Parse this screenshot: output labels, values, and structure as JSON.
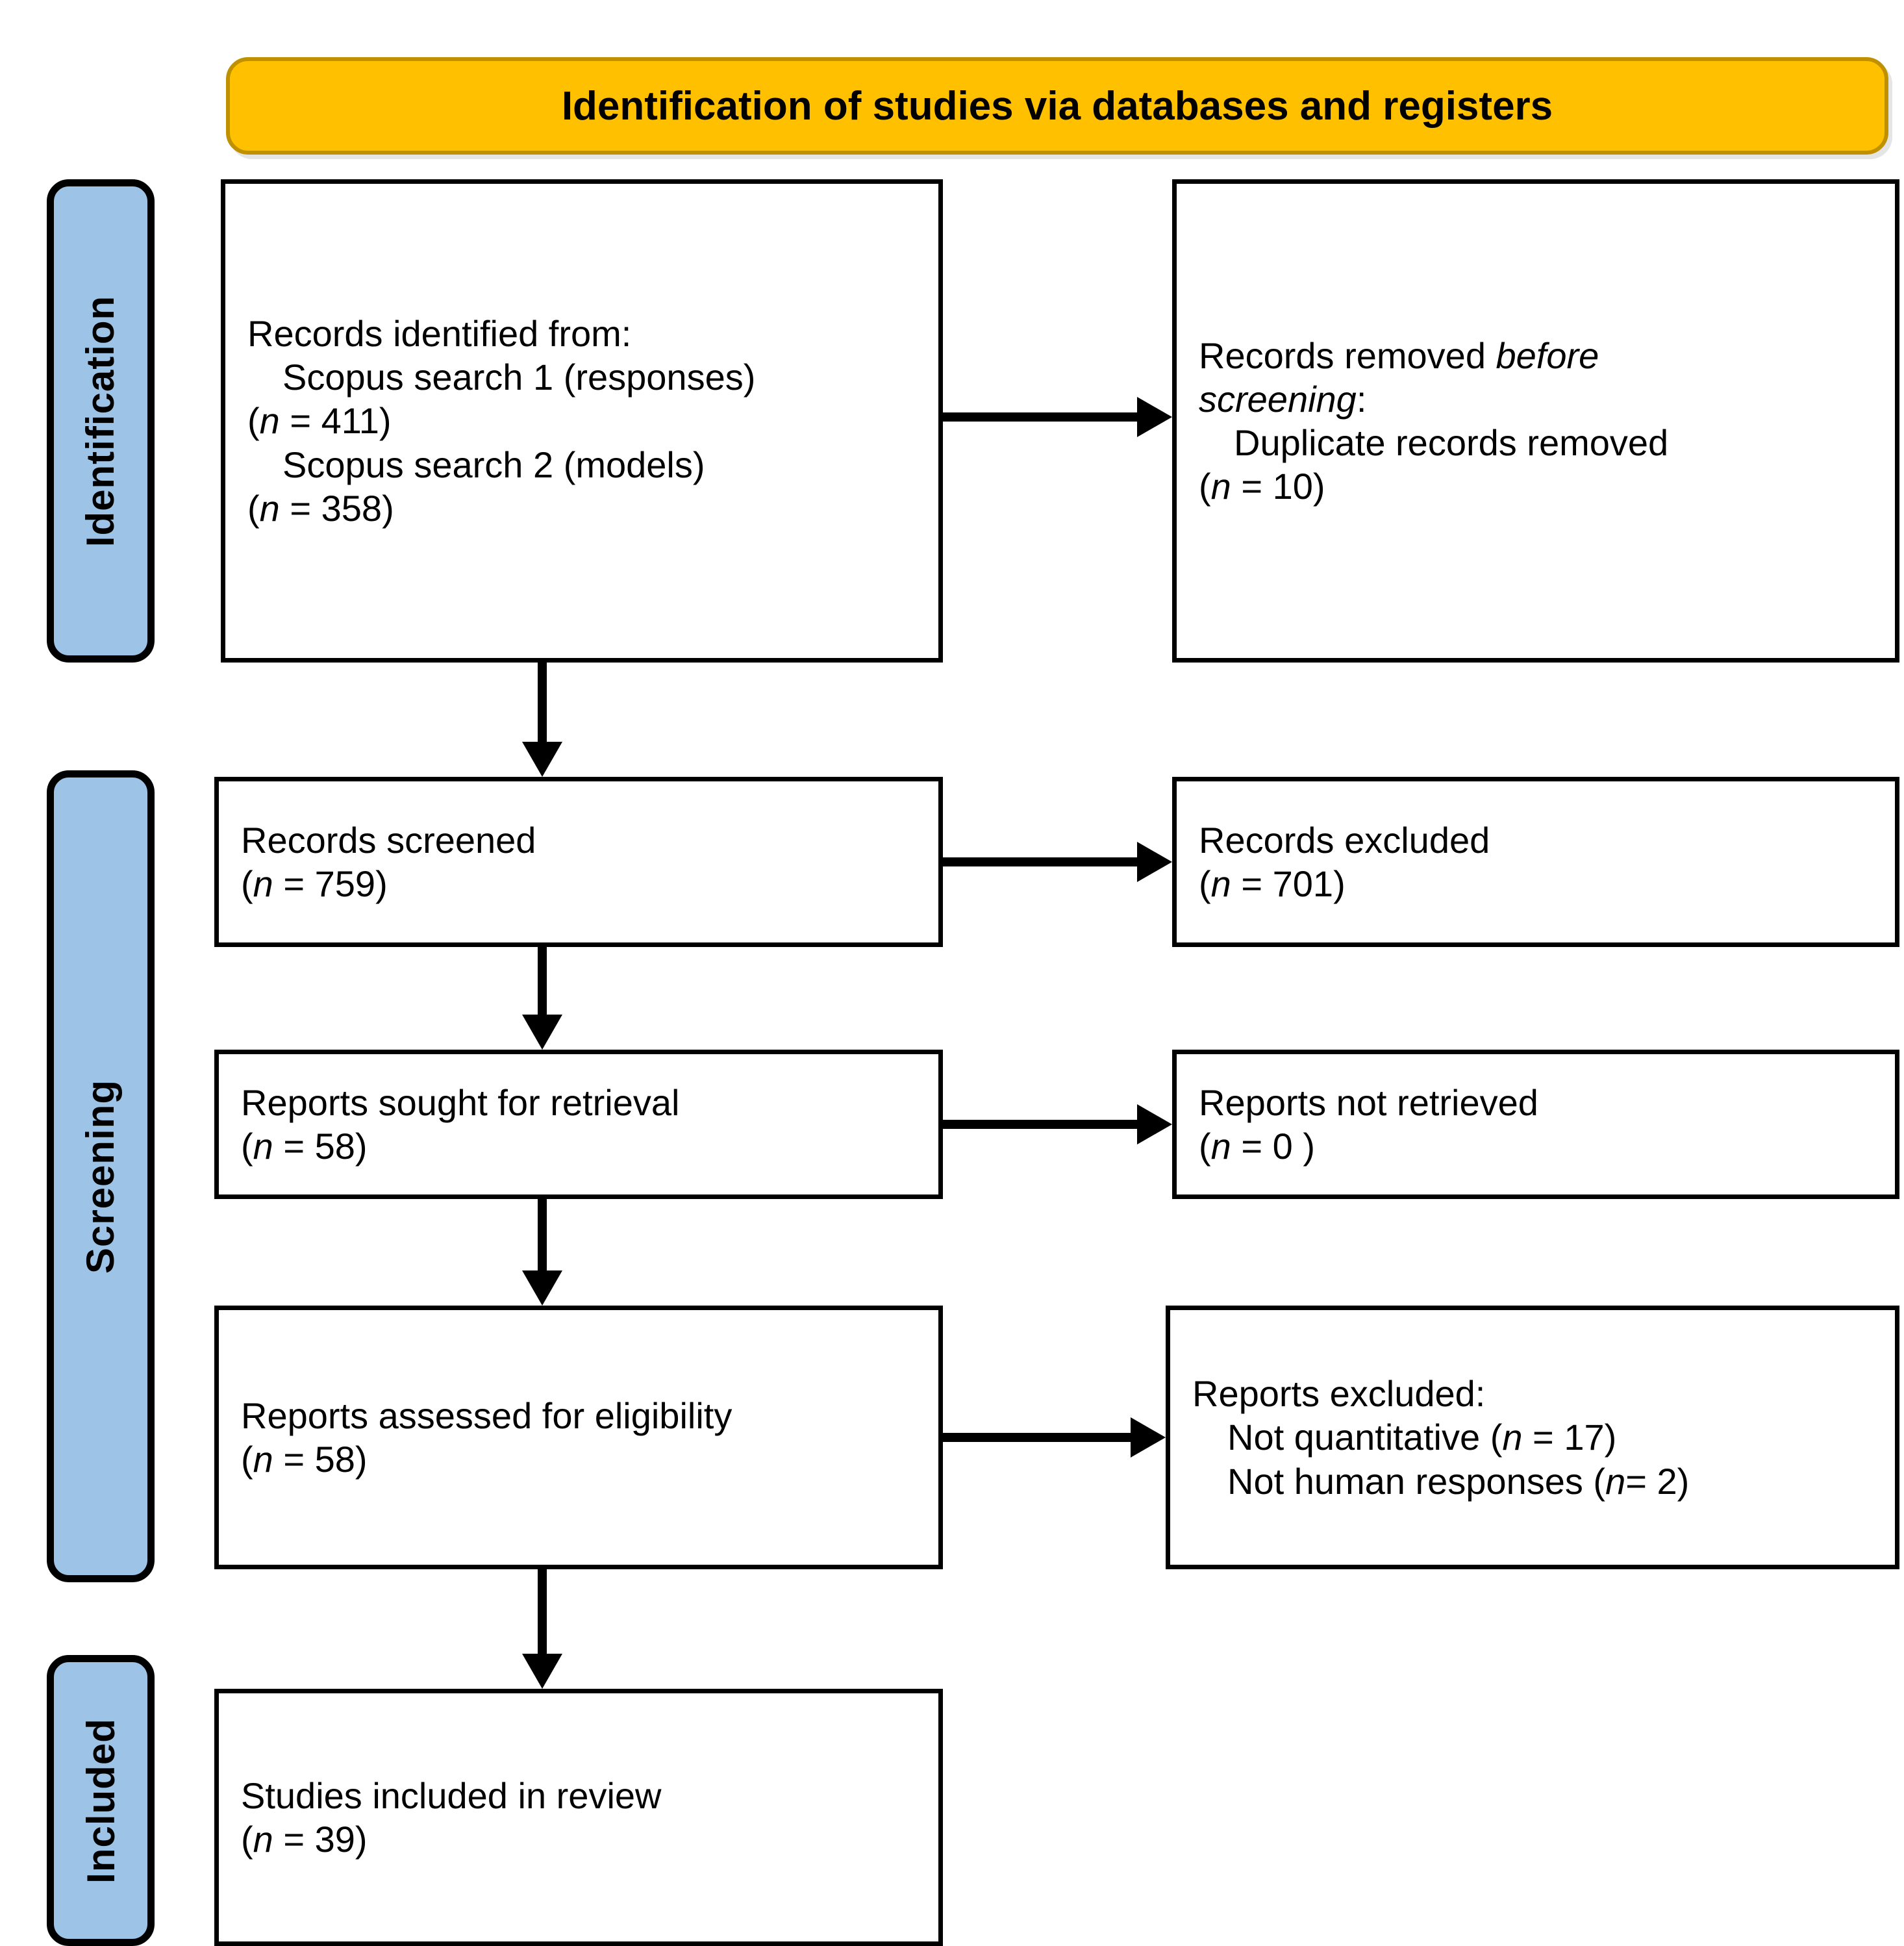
{
  "diagram": {
    "type": "prisma-flow-diagram",
    "banner": {
      "title": "Identification of studies via databases and registers",
      "background_color": "#FFC000",
      "border_color": "#BF9000"
    },
    "stages": [
      {
        "id": "identification",
        "label": "Identification",
        "color": "#9DC3E6"
      },
      {
        "id": "screening",
        "label": "Screening",
        "color": "#9DC3E6"
      },
      {
        "id": "included",
        "label": "Included",
        "color": "#9DC3E6"
      }
    ],
    "boxes": {
      "identified": {
        "title": "Records identified from:",
        "line2": "Scopus search 1 (responses)",
        "line3_pre": "(",
        "line3_n": "n",
        "line3_post": " = 411)",
        "line4": "Scopus search 2 (models)",
        "line5_pre": "(",
        "line5_n": "n",
        "line5_post": " = 358)"
      },
      "removed": {
        "line1_pre": "Records removed ",
        "line1_ital": "before",
        "line2_ital": "screening",
        "line2_post": ":",
        "line3": "Duplicate records removed",
        "line4_pre": "(",
        "line4_n": "n",
        "line4_post": " = 10)"
      },
      "screened": {
        "line1": "Records screened",
        "line2_pre": "(",
        "line2_n": "n",
        "line2_post": " = 759)"
      },
      "excluded": {
        "line1": "Records excluded",
        "line2_pre": "(",
        "line2_n": "n",
        "line2_post": " = 701)"
      },
      "sought": {
        "line1": "Reports sought for retrieval",
        "line2_pre": "(",
        "line2_n": "n",
        "line2_post": " = 58)"
      },
      "not_retrieved": {
        "line1": "Reports not retrieved",
        "line2_pre": "(",
        "line2_n": "n",
        "line2_post": " = 0 )"
      },
      "assessed": {
        "line1": "Reports assessed for eligibility",
        "line2_pre": "(",
        "line2_n": "n",
        "line2_post": " = 58)"
      },
      "reports_excluded": {
        "line1": "Reports excluded:",
        "line2_pre": "Not quantitative (",
        "line2_n": "n",
        "line2_post": " = 17)",
        "line3_pre": "Not human responses (",
        "line3_n": "n",
        "line3_post": "= 2)"
      },
      "included": {
        "line1": "Studies included in review",
        "line2_pre": "(",
        "line2_n": "n",
        "line2_post": " = 39)"
      }
    },
    "counts": {
      "scopus_search_1_responses": 411,
      "scopus_search_2_models": 358,
      "duplicate_records_removed": 10,
      "records_screened": 759,
      "records_excluded": 701,
      "reports_sought_for_retrieval": 58,
      "reports_not_retrieved": 0,
      "reports_assessed_for_eligibility": 58,
      "reports_excluded_not_quantitative": 17,
      "reports_excluded_not_human_responses": 2,
      "studies_included_in_review": 39
    }
  }
}
